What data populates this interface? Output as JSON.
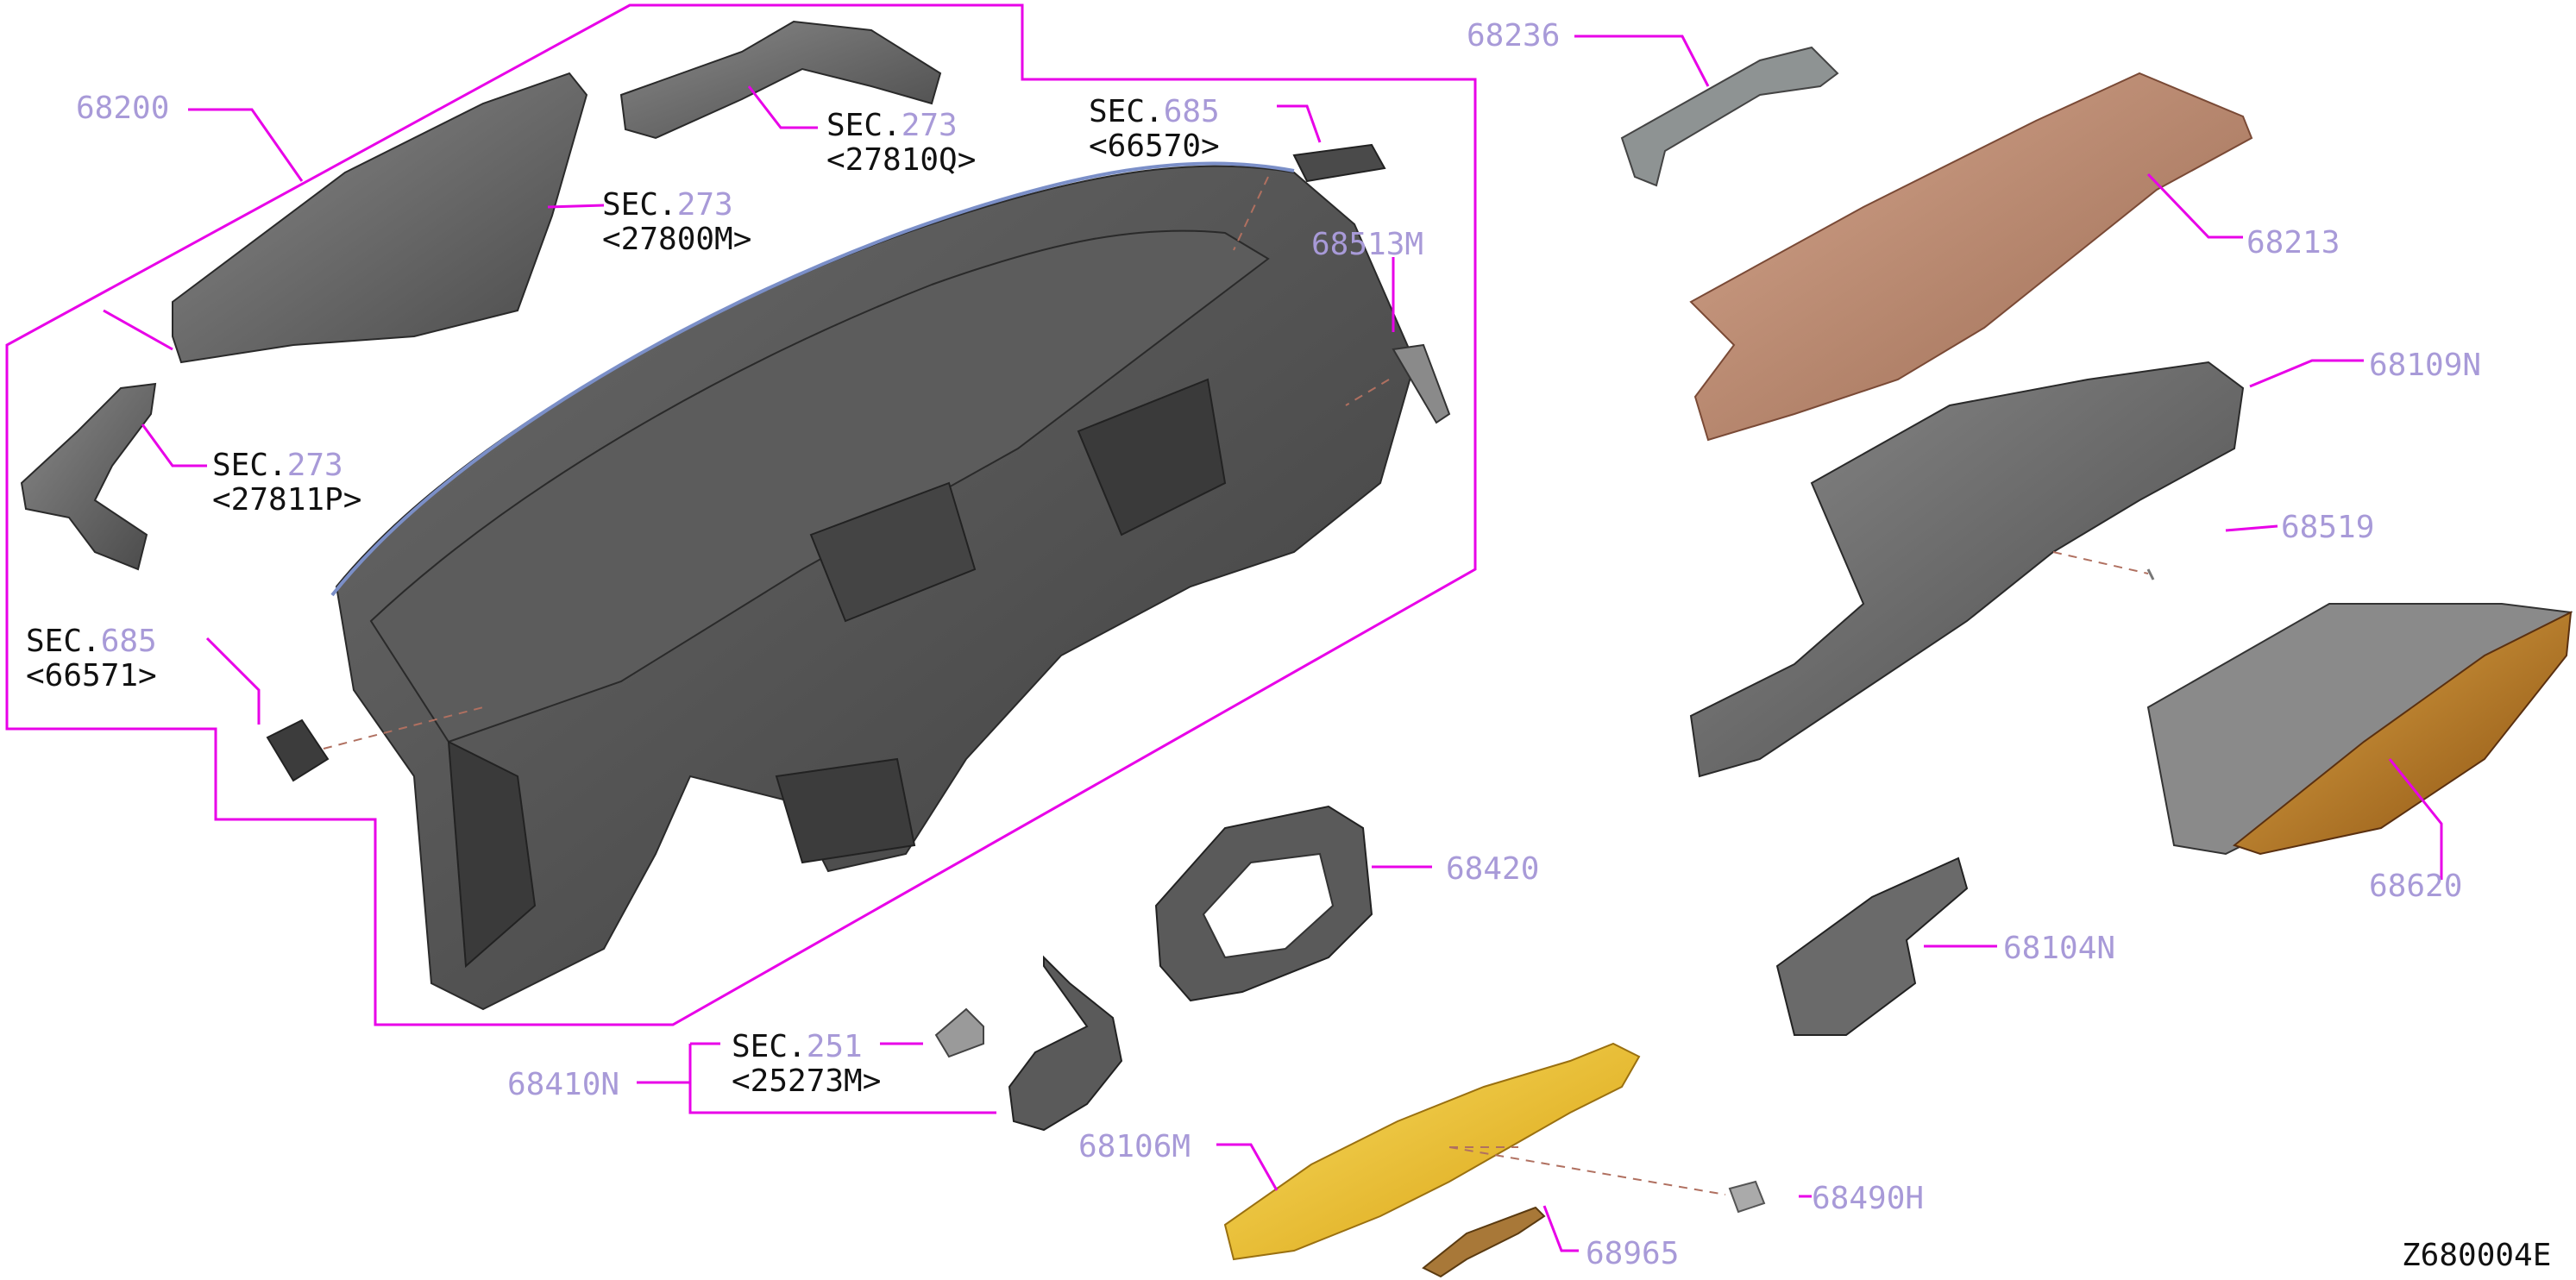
{
  "diagram_code": "Z680004E",
  "colors": {
    "leader": "#e800e8",
    "part_number": "#a89ad8",
    "dashboard": "#555555",
    "wood_trim": "#b88366",
    "yellow_trim": "#f0c020",
    "gold_trim": "#c89030"
  },
  "part_labels": {
    "p68200": "68200",
    "p68236": "68236",
    "p68213": "68213",
    "p68513M": "68513M",
    "p68109N": "68109N",
    "p68519": "68519",
    "p68620": "68620",
    "p68420": "68420",
    "p68104N": "68104N",
    "p68410N": "68410N",
    "p68106M": "68106M",
    "p68490H": "68490H",
    "p68965": "68965"
  },
  "section_refs": {
    "s27810Q": {
      "prefix": "SEC.",
      "num": "273",
      "code": "<27810Q>"
    },
    "s27800M": {
      "prefix": "SEC.",
      "num": "273",
      "code": "<27800M>"
    },
    "s66570": {
      "prefix": "SEC.",
      "num": "685",
      "code": "<66570>"
    },
    "s27811P": {
      "prefix": "SEC.",
      "num": "273",
      "code": "<27811P>"
    },
    "s66571": {
      "prefix": "SEC.",
      "num": "685",
      "code": "<66571>"
    },
    "s25273M": {
      "prefix": "SEC.",
      "num": "251",
      "code": "<25273M>"
    }
  }
}
